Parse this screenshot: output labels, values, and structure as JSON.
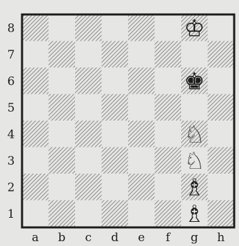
{
  "board": {
    "files": [
      "a",
      "b",
      "c",
      "d",
      "e",
      "f",
      "g",
      "h"
    ],
    "ranks": [
      "1",
      "2",
      "3",
      "4",
      "5",
      "6",
      "7",
      "8"
    ],
    "pieces": [
      {
        "name": "white-king",
        "color": "white",
        "type": "king",
        "square": "g8",
        "glyph": "♔"
      },
      {
        "name": "black-king",
        "color": "black",
        "type": "king",
        "square": "g6",
        "glyph": "♚"
      },
      {
        "name": "white-knight",
        "color": "white",
        "type": "knight",
        "square": "g4",
        "glyph": "♘"
      },
      {
        "name": "white-knight",
        "color": "white",
        "type": "knight",
        "square": "g3",
        "glyph": "♘"
      },
      {
        "name": "white-bishop",
        "color": "white",
        "type": "bishop",
        "square": "g2",
        "glyph": "♗"
      },
      {
        "name": "white-bishop",
        "color": "white",
        "type": "bishop",
        "square": "g1",
        "glyph": "♗"
      }
    ]
  },
  "colors": {
    "paper": "#e6e6e4",
    "ink": "#1c1c1c",
    "dark_square_hatch": "#8a8a88"
  }
}
